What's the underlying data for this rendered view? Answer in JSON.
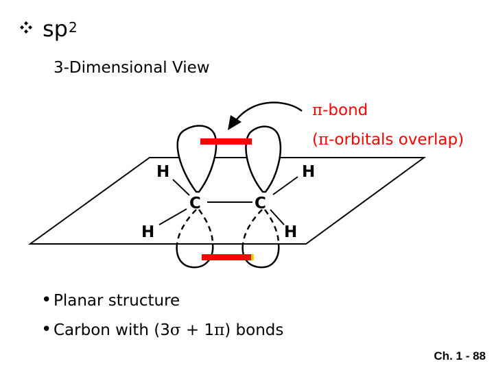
{
  "slide": {
    "title_base": "sp",
    "title_sup": "2",
    "view_label": "3-Dimensional View"
  },
  "diagram": {
    "pi_label_line1": "-bond",
    "pi_label_line2_open": "(",
    "pi_label_line2_rest": "-orbitals overlap)",
    "pi_symbol": "π",
    "atom_h": "H",
    "atom_c": "C",
    "colors": {
      "pi_bond": "#ff0000",
      "label_red": "#ff0000"
    }
  },
  "bullets": [
    {
      "text": "Planar structure"
    },
    {
      "pre": "Carbon with (3",
      "sigma": "σ",
      "mid": " + 1",
      "pi": "π",
      "post": ") bonds"
    }
  ],
  "footer": {
    "label": "Ch. 1 - 88"
  }
}
